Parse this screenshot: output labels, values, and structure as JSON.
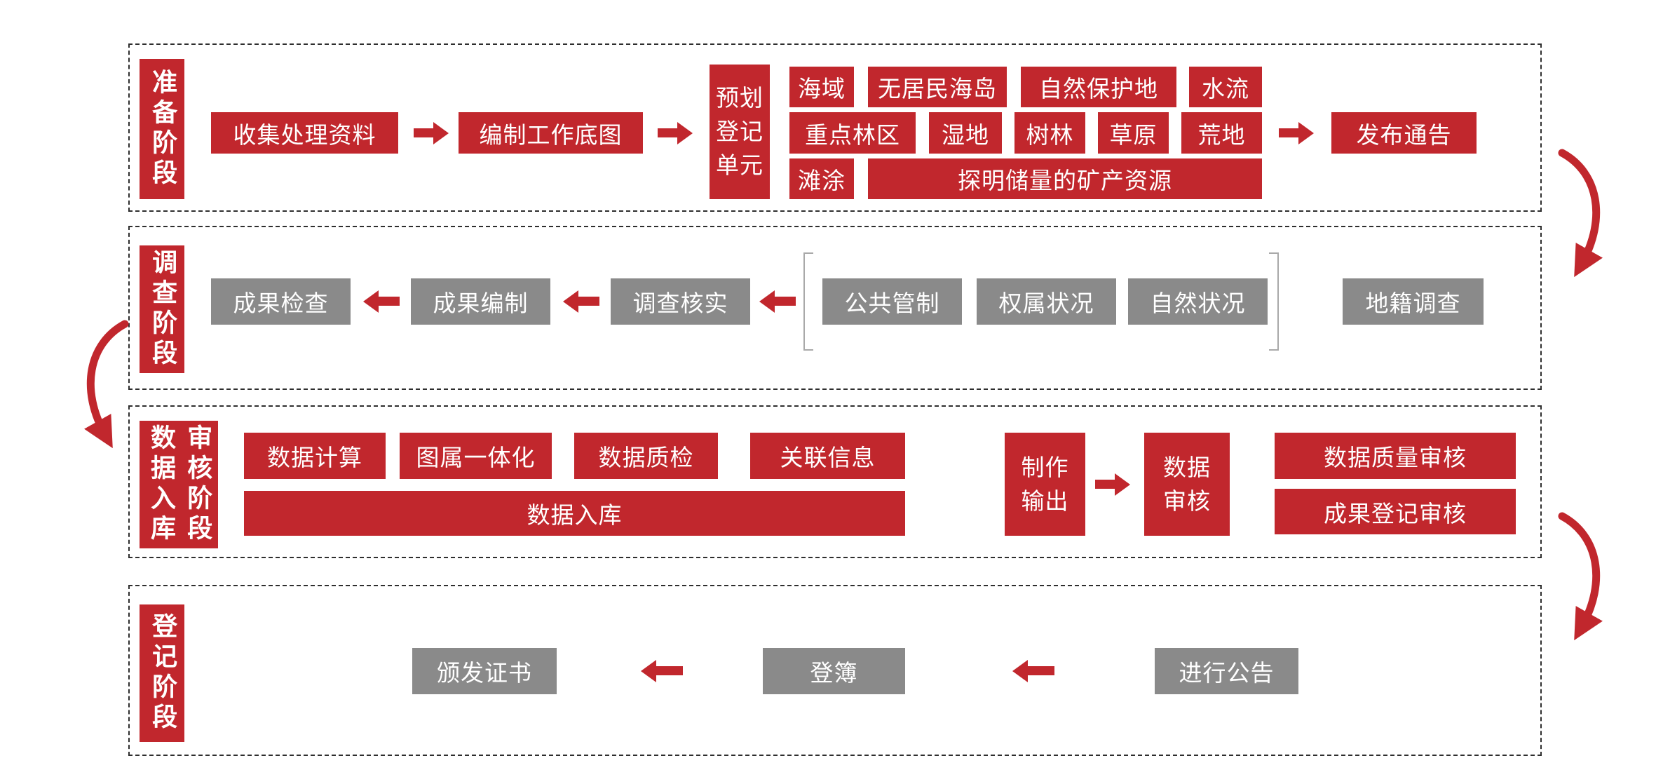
{
  "colors": {
    "red": "#c1272d",
    "gray": "#8a8a8a"
  },
  "stage1": {
    "label": "准备阶段",
    "collect": "收集处理资料",
    "basemap": "编制工作底图",
    "preunit": "预划\n登记\n单元",
    "grid": {
      "sea": "海域",
      "island": "无居民海岛",
      "reserve": "自然保护地",
      "water": "水流",
      "forest_area": "重点林区",
      "wetland": "湿地",
      "trees": "树林",
      "grassland": "草原",
      "wasteland": "荒地",
      "tidal": "滩涂",
      "mineral": "探明储量的矿产资源"
    },
    "notice": "发布通告"
  },
  "stage2": {
    "label": "调查阶段",
    "check": "成果检查",
    "compile": "成果编制",
    "verify": "调查核实",
    "public_control": "公共管制",
    "ownership": "权属状况",
    "natural": "自然状况",
    "cadastral": "地籍调查"
  },
  "stage3": {
    "label": "数据入库\n审核阶段",
    "calc": "数据计算",
    "integration": "图属一体化",
    "qc": "数据质检",
    "related": "关联信息",
    "storage": "数据入库",
    "produce": "制作\n输出",
    "review": "数据\n审核",
    "quality_review": "数据质量审核",
    "result_review": "成果登记审核"
  },
  "stage4": {
    "label": "登记阶段",
    "certificate": "颁发证书",
    "register": "登簿",
    "announce": "进行公告"
  }
}
